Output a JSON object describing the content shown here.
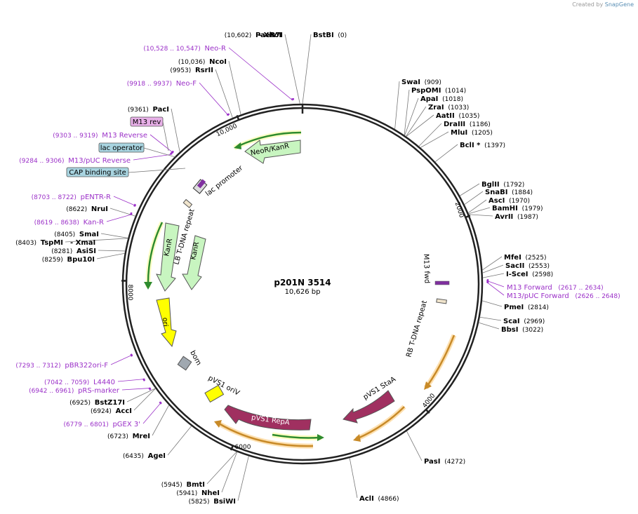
{
  "credit": {
    "prefix": "Created by",
    "brand": "SnapGene"
  },
  "plasmid": {
    "name": "p201N 3514",
    "length_label": "10,626 bp",
    "length": 10626
  },
  "colors": {
    "site": "#000000",
    "primer": "#9b30c8",
    "pos": "#000000",
    "backbone": "#222222"
  },
  "ticks": [
    {
      "label": "2000",
      "bp": 2000
    },
    {
      "label": "4000",
      "bp": 4000
    },
    {
      "label": "6000",
      "bp": 6000
    },
    {
      "label": "8000",
      "bp": 8000
    },
    {
      "label": "10,000",
      "bp": 10000
    }
  ],
  "sites": [
    {
      "name": "PaeR7I",
      "pos": "(10,602)",
      "name2": "- XhoI",
      "bp": 10602
    },
    {
      "name": "BstBI",
      "pos": "(0)",
      "bp": 0
    },
    {
      "name": "NcoI",
      "pos": "(10,036)",
      "bp": 10036
    },
    {
      "name": "RsrII",
      "pos": "(9953)",
      "bp": 9953
    },
    {
      "name": "PacI",
      "pos": "(9361)",
      "bp": 9361
    },
    {
      "name": "SwaI",
      "pos": "(909)",
      "bp": 909
    },
    {
      "name": "PspOMI",
      "pos": "(1014)",
      "bp": 1014
    },
    {
      "name": "ApaI",
      "pos": "(1018)",
      "bp": 1018
    },
    {
      "name": "ZraI",
      "pos": "(1033)",
      "bp": 1033
    },
    {
      "name": "AatII",
      "pos": "(1035)",
      "bp": 1035
    },
    {
      "name": "DraIII",
      "pos": "(1186)",
      "bp": 1186
    },
    {
      "name": "MluI",
      "pos": "(1205)",
      "bp": 1205
    },
    {
      "name": "BclI *",
      "pos": "(1397)",
      "bp": 1397
    },
    {
      "name": "BglII",
      "pos": "(1792)",
      "bp": 1792
    },
    {
      "name": "SnaBI",
      "pos": "(1884)",
      "bp": 1884
    },
    {
      "name": "AscI",
      "pos": "(1970)",
      "bp": 1970
    },
    {
      "name": "BamHI",
      "pos": "(1979)",
      "bp": 1979
    },
    {
      "name": "AvrII",
      "pos": "(1987)",
      "bp": 1987
    },
    {
      "name": "MfeI",
      "pos": "(2525)",
      "bp": 2525
    },
    {
      "name": "SacII",
      "pos": "(2553)",
      "bp": 2553
    },
    {
      "name": "I-SceI",
      "pos": "(2598)",
      "bp": 2598
    },
    {
      "name": "PmeI",
      "pos": "(2814)",
      "bp": 2814
    },
    {
      "name": "ScaI",
      "pos": "(2969)",
      "bp": 2969
    },
    {
      "name": "BbsI",
      "pos": "(3022)",
      "bp": 3022
    },
    {
      "name": "PasI",
      "pos": "(4272)",
      "bp": 4272
    },
    {
      "name": "AclI",
      "pos": "(4866)",
      "bp": 4866
    },
    {
      "name": "BsiWI",
      "pos": "(5825)",
      "bp": 5825
    },
    {
      "name": "NheI",
      "pos": "(5941)",
      "bp": 5941
    },
    {
      "name": "BmtI",
      "pos": "(5945)",
      "bp": 5945
    },
    {
      "name": "AgeI",
      "pos": "(6435)",
      "bp": 6435
    },
    {
      "name": "MreI",
      "pos": "(6723)",
      "bp": 6723
    },
    {
      "name": "AccI",
      "pos": "(6924)",
      "bp": 6924
    },
    {
      "name": "BstZ17I",
      "pos": "(6925)",
      "bp": 6925
    },
    {
      "name": "Bpu10I",
      "pos": "(8259)",
      "bp": 8259
    },
    {
      "name": "AsiSI",
      "pos": "(8281)",
      "bp": 8281
    },
    {
      "name": "TspMI",
      "pos": "(8403)",
      "name2": "- XmaI",
      "bp": 8403
    },
    {
      "name": "SmaI",
      "pos": "(8405)",
      "bp": 8405
    },
    {
      "name": "NruI",
      "pos": "(8622)",
      "bp": 8622
    }
  ],
  "primers": [
    {
      "name": "Neo-R",
      "pos": "(10,528 .. 10,547)",
      "bp": 10537
    },
    {
      "name": "Neo-F",
      "pos": "(9918 .. 9937)",
      "bp": 9927
    },
    {
      "name": "M13 Reverse",
      "pos": "(9303 .. 9319)",
      "bp": 9311
    },
    {
      "name": "M13/pUC Reverse",
      "pos": "(9284 .. 9306)",
      "bp": 9295
    },
    {
      "name": "pENTR-R",
      "pos": "(8703 .. 8722)",
      "bp": 8712
    },
    {
      "name": "Kan-R",
      "pos": "(8619 .. 8638)",
      "bp": 8628
    },
    {
      "name": "M13 Forward",
      "pos": "(2617 .. 2634)",
      "bp": 2625
    },
    {
      "name": "M13/pUC Forward",
      "pos": "(2626 .. 2648)",
      "bp": 2637
    },
    {
      "name": "pBR322ori-F",
      "pos": "(7293 .. 7312)",
      "bp": 7302
    },
    {
      "name": "L4440",
      "pos": "(7042 .. 7059)",
      "bp": 7050
    },
    {
      "name": "pRS-marker",
      "pos": "(6942 .. 6961)",
      "bp": 6951
    },
    {
      "name": "pGEX 3'",
      "pos": "(6779 .. 6801)",
      "bp": 6790
    }
  ],
  "boxed_features": [
    {
      "label": "M13 rev",
      "color": "#e8b0e8"
    },
    {
      "label": "lac operator",
      "color": "#a8d4e0"
    },
    {
      "label": "CAP binding site",
      "color": "#a8d4e0"
    }
  ],
  "features": [
    {
      "label": "NeoR/KanR",
      "color": "#c8f5c0",
      "outline": "#555555"
    },
    {
      "label": "lac promoter",
      "color": "#cccccc"
    },
    {
      "label": "LB T-DNA repeat",
      "color": "#f0e4cc"
    },
    {
      "label": "KanR",
      "color": "#c8f5c0"
    },
    {
      "label": "KanR",
      "color": "#c8f5c0"
    },
    {
      "label": "ori",
      "color": "#ffff00"
    },
    {
      "label": "bom",
      "color": "#a0a8b0"
    },
    {
      "label": "pVS1 oriV",
      "color": "#ffff00"
    },
    {
      "label": "pVS1 RepA",
      "color": "#a03060"
    },
    {
      "label": "pVS1 StaA",
      "color": "#a03060"
    },
    {
      "label": "M13 fwd",
      "color": "#8030a0"
    },
    {
      "label": "RB T-DNA repeat",
      "color": "#f0e4cc"
    }
  ]
}
